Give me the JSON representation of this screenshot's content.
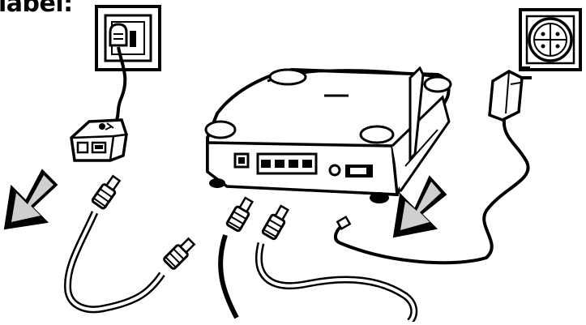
{
  "heading": "label:",
  "colors": {
    "ink": "#000000",
    "paper": "#ffffff",
    "shade": "#cfcfcf"
  },
  "components": {
    "wall_jack": {
      "name": "phone-wall-socket-icon"
    },
    "splitter": {
      "name": "dsl-splitter-icon"
    },
    "router": {
      "name": "router-icon",
      "port_count": 4
    },
    "power_socket": {
      "name": "power-wall-socket-icon"
    },
    "power_adapter": {
      "name": "power-adapter-icon"
    }
  },
  "arrows": [
    {
      "name": "left-arrow",
      "direction": "down-left"
    },
    {
      "name": "right-arrow",
      "direction": "down-left"
    }
  ]
}
